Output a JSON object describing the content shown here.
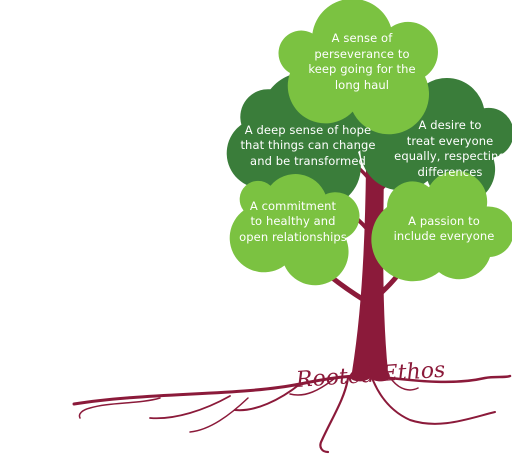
{
  "colors": {
    "trunk": "#8b1a3a",
    "leaf_dark": "#3a7d3a",
    "leaf_light": "#7bc241",
    "label_text": "#ffffff",
    "background": "#ffffff"
  },
  "values": {
    "perseverance": "A sense of\nperseverance to\nkeep going for the\nlong haul",
    "hope": "A deep sense of hope\nthat things can change\nand be transformed",
    "equality": "A desire to\ntreat everyone\nequally, respecting\ndifferences",
    "relationships": "A commitment\nto healthy and\nopen relationships",
    "inclusion": "A passion to\ninclude everyone"
  },
  "signature": "Rooted Ethos"
}
